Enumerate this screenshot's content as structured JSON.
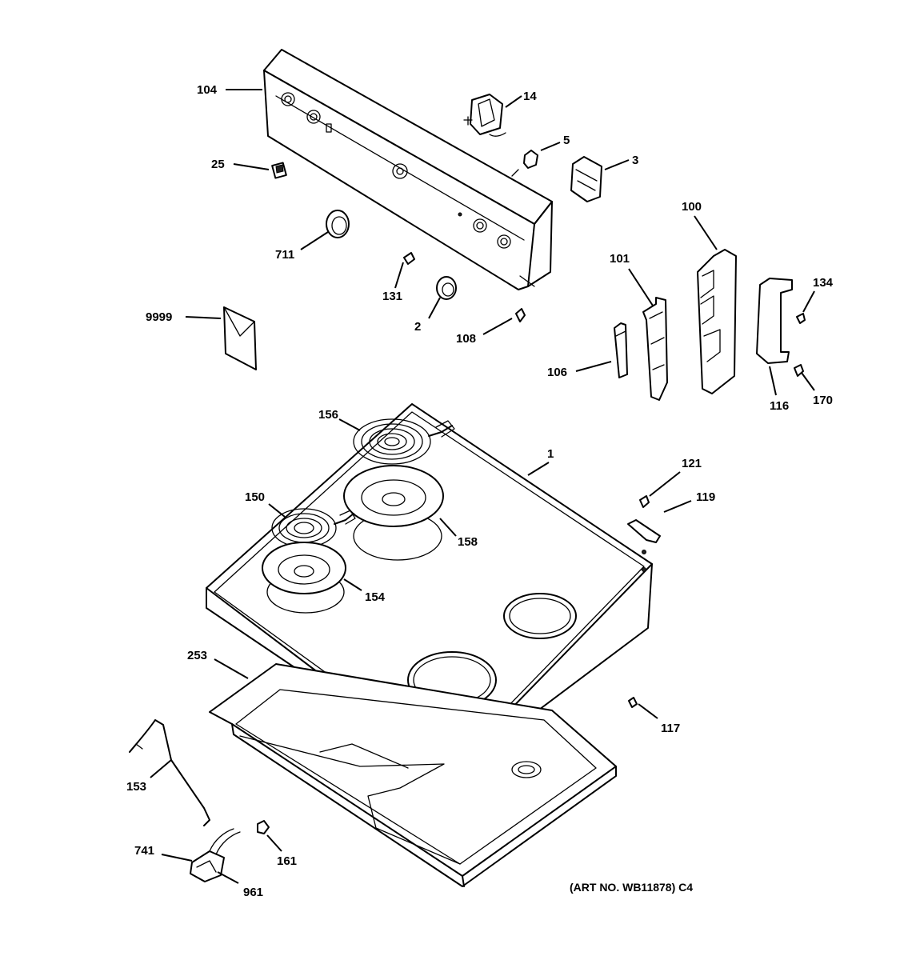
{
  "callouts": {
    "c1": "1",
    "c2": "2",
    "c3": "3",
    "c5": "5",
    "c14": "14",
    "c25": "25",
    "c100": "100",
    "c101": "101",
    "c104": "104",
    "c106": "106",
    "c108": "108",
    "c116": "116",
    "c117": "117",
    "c119": "119",
    "c121": "121",
    "c131": "131",
    "c134": "134",
    "c150": "150",
    "c153": "153",
    "c154": "154",
    "c156": "156",
    "c158": "158",
    "c161": "161",
    "c170": "170",
    "c253": "253",
    "c711": "711",
    "c741": "741",
    "c961": "961",
    "c9999": "9999"
  },
  "art_number": "(ART NO. WB11878) C4"
}
